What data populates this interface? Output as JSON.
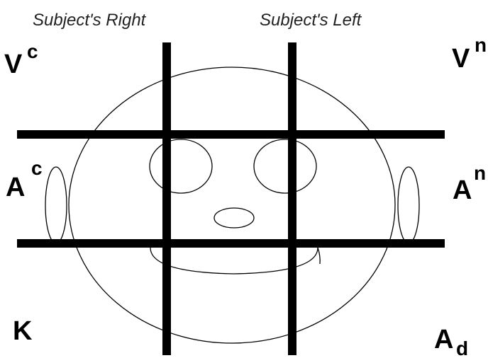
{
  "captions": {
    "subject_right": "Subject's Right",
    "subject_left": "Subject's Left"
  },
  "labels": {
    "top_left": {
      "base": "V",
      "sup": "c"
    },
    "top_right": {
      "base": "V",
      "sup": "n"
    },
    "mid_left": {
      "base": "A",
      "sup": "c"
    },
    "mid_right": {
      "base": "A",
      "sup": "n"
    },
    "bottom_left": {
      "base": "K"
    },
    "bottom_right": {
      "base": "A",
      "sub": "d"
    }
  },
  "colors": {
    "ink": "#000000",
    "caption": "#222222",
    "background": "#ffffff"
  }
}
